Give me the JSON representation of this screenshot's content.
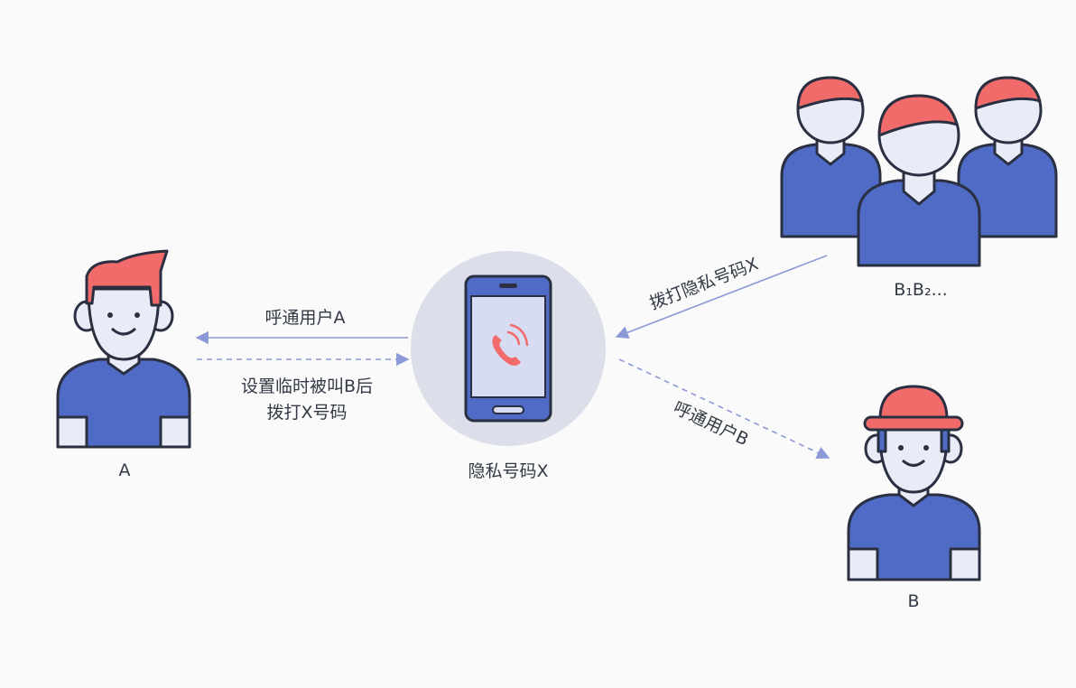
{
  "labels": {
    "person_a": "A",
    "phone": "隐私号码X",
    "group_b": "B₁B₂...",
    "person_b": "B",
    "call_user_a": "呼通用户A",
    "setup_line1": "设置临时被叫B后",
    "setup_line2": "拨打X号码",
    "dial_x": "拨打隐私号码X",
    "call_user_b": "呼通用户B"
  },
  "colors": {
    "background": "#fafafa",
    "shirt": "#4f6bc5",
    "hair": "#f26b6b",
    "skin": "#e9ecf7",
    "outline": "#2a3042",
    "arrow": "#8b9ad6",
    "phone_circle": "#dcdfea",
    "phone_screen": "#d8dcf2",
    "phone_icon": "#f26b6b"
  },
  "icons": {
    "person_a": "man-icon",
    "phone": "phone-call-icon",
    "group_b": "group-people-icon",
    "person_b": "man-with-cap-icon"
  }
}
